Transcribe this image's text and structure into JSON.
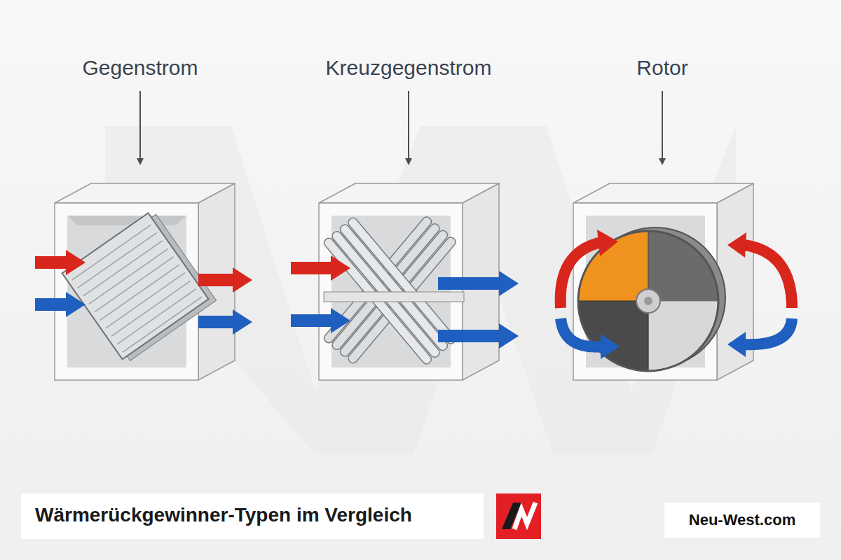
{
  "diagram": {
    "title": "Wärmerückgewinner-Typen im Vergleich",
    "labels": [
      "Gegenstrom",
      "Kreuzgegenstrom",
      "Rotor",
      "Neu-West.com"
    ]
  }
}
